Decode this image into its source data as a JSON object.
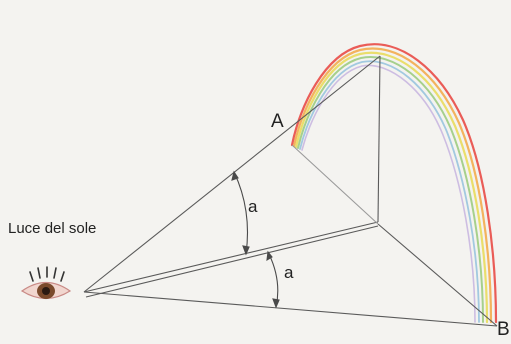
{
  "labels": {
    "sunlight": "Luce del sole",
    "point_a": "A",
    "point_b": "B",
    "angle_upper": "a",
    "angle_lower": "a"
  },
  "icons": {
    "observer": "eye-icon"
  },
  "colors": {
    "paper": "#f4f3f0",
    "pencil": "#5a5a5a",
    "rainbow": [
      "#e8413c",
      "#f2a23a",
      "#e7d84a",
      "#8cc46b",
      "#7fb6d9",
      "#b39ad8"
    ]
  }
}
